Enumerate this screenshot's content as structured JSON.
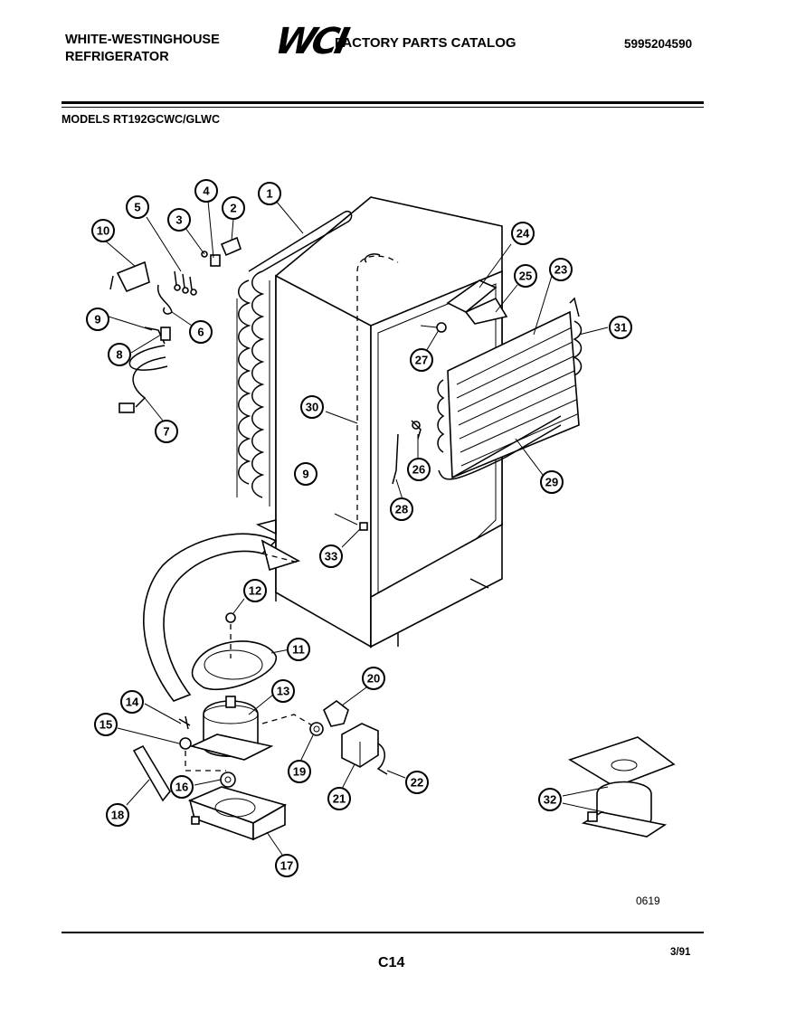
{
  "header": {
    "brand_line1": "WHITE-WESTINGHOUSE",
    "brand_line2": "REFRIGERATOR",
    "logo": "WCI",
    "catalog_title": "FACTORY PARTS CATALOG",
    "part_number": "5995204590"
  },
  "models": "MODELS RT192GCWC/GLWC",
  "callouts": [
    "1",
    "2",
    "3",
    "4",
    "5",
    "6",
    "7",
    "8",
    "9",
    "10",
    "11",
    "12",
    "13",
    "14",
    "15",
    "16",
    "17",
    "18",
    "19",
    "20",
    "21",
    "22",
    "23",
    "24",
    "25",
    "26",
    "27",
    "28",
    "29",
    "30",
    "31",
    "32",
    "33"
  ],
  "footer": {
    "figure_code": "0619",
    "page_code": "C14",
    "date": "3/91"
  }
}
